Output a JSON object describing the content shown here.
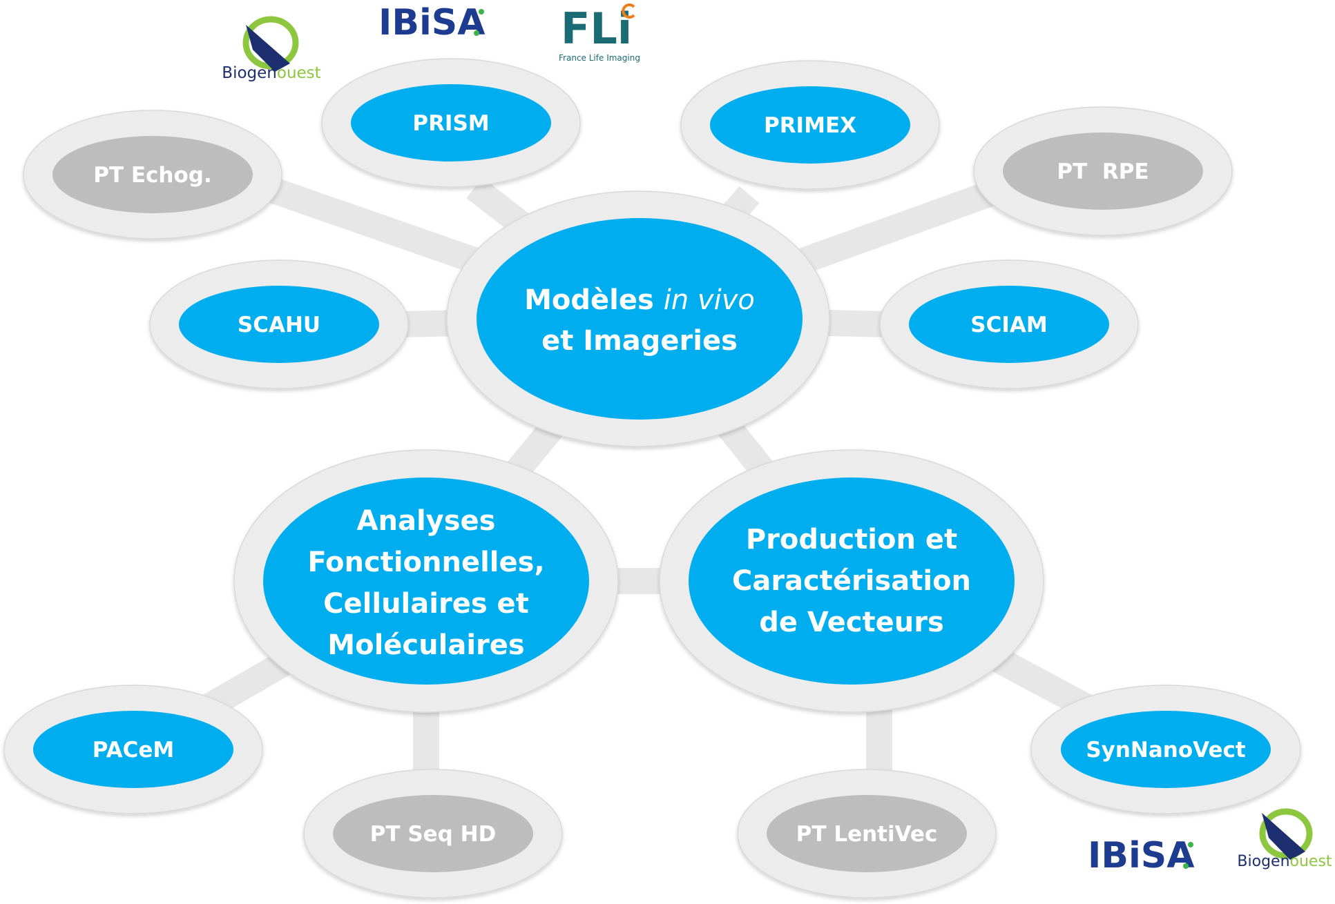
{
  "colors": {
    "ring": "#ececec",
    "ring_edge": "#d9d9d9",
    "connector": "#e7e7e7",
    "blue": "#00aeef",
    "gray": "#bdbdbd",
    "white": "#ffffff",
    "ibisa_blue": "#1d3c8f",
    "ibisa_green": "#3bb54a",
    "fli_teal": "#1a6b74",
    "fli_orange": "#f07d1a",
    "biogen_navy": "#1d2f6f",
    "biogen_green": "#8dc63f"
  },
  "hubs": {
    "modeles": {
      "line1_regular": "Modèles ",
      "line1_italic": "in vivo",
      "line2": "et Imageries"
    },
    "analyses": {
      "lines": [
        "Analyses",
        "Fonctionnelles,",
        "Cellulaires et",
        "Moléculaires"
      ]
    },
    "production": {
      "lines": [
        "Production et",
        "Caractérisation",
        "de Vecteurs"
      ]
    }
  },
  "platforms": {
    "prism": "PRISM",
    "primex": "PRIMEX",
    "pt_echog": "PT Echog.",
    "pt_rpe": "PT  RPE",
    "scahu": "SCAHU",
    "sciam": "SCIAM",
    "pacem": "PACeM",
    "pt_seq_hd": "PT Seq HD",
    "pt_lentivec": "PT LentiVec",
    "synnanovect": "SynNanoVect"
  },
  "logos": {
    "biogenouest_prefix": "Biogen",
    "biogenouest_suffix": "ouest",
    "ibisa": "IBiSA",
    "fli_main": "FLi",
    "fli_sub": "France Life Imaging"
  }
}
